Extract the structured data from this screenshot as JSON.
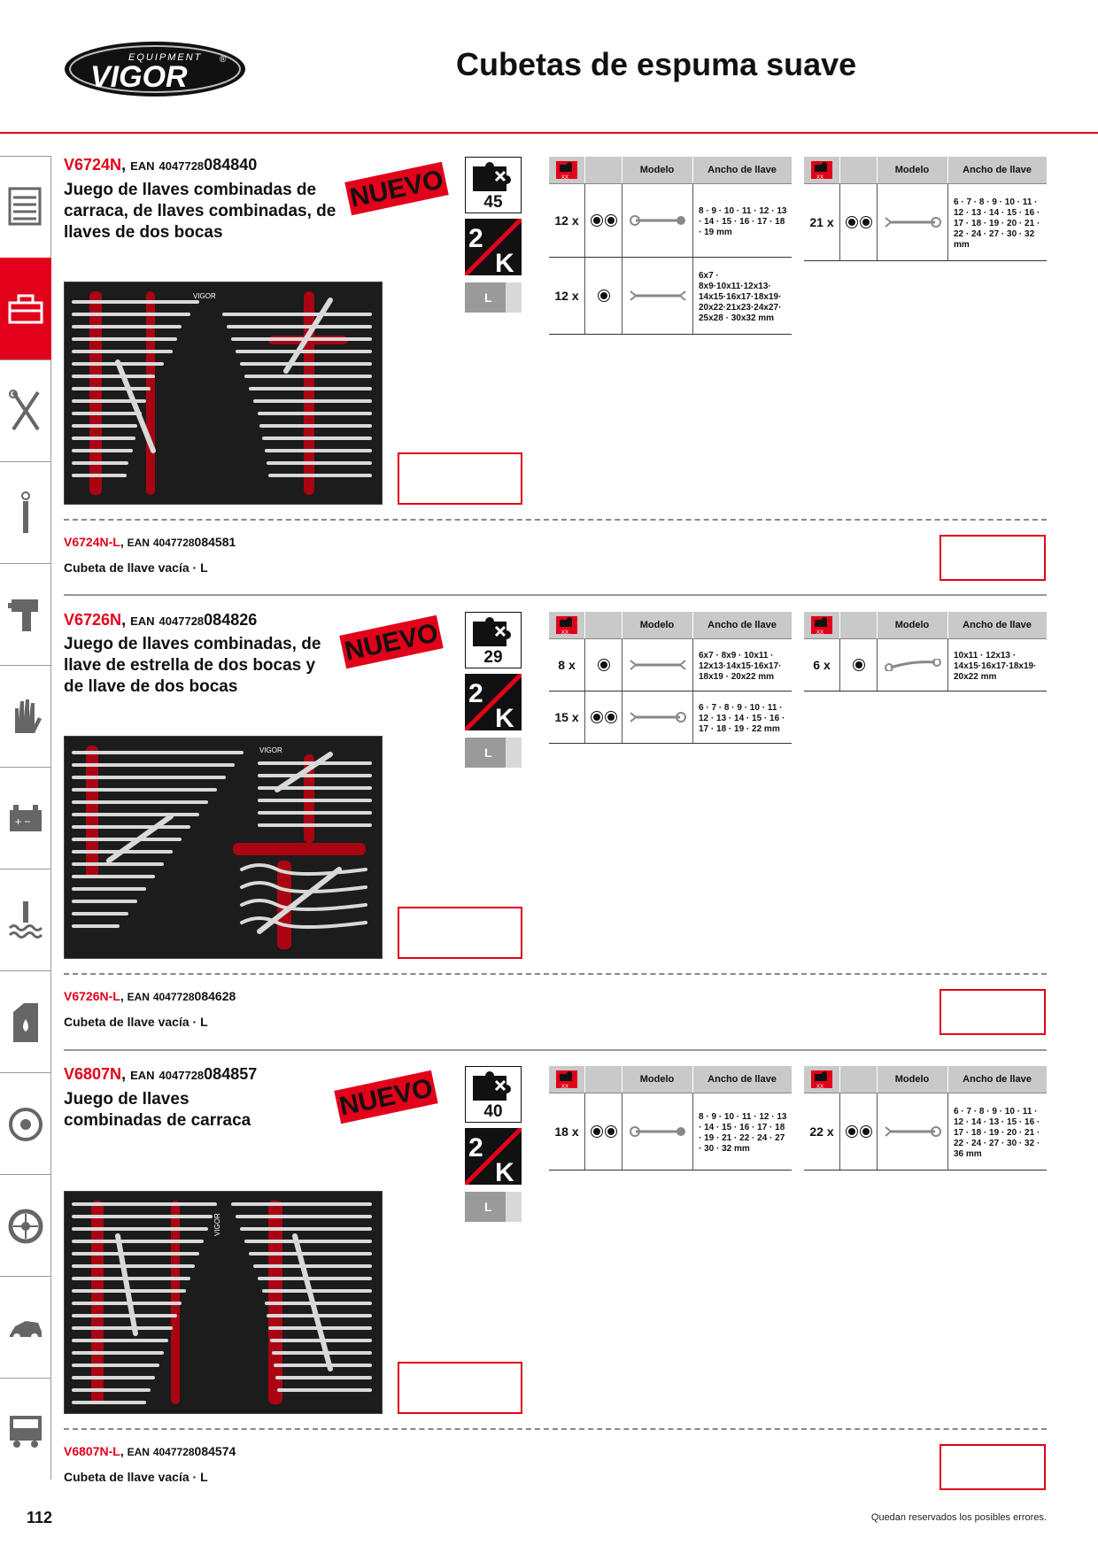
{
  "brand": {
    "equipment": "EQUIPMENT",
    "name": "VIGOR",
    "registered": "®"
  },
  "page_title": "Cubetas de espuma suave",
  "sidebar": {
    "active_index": 1,
    "icons": [
      "tool-cabinet-icon",
      "toolbox-icon",
      "wrench-screwdriver-icon",
      "torque-wrench-icon",
      "impact-wrench-icon",
      "gloves-icon",
      "battery-icon",
      "coolant-icon",
      "oil-can-icon",
      "brake-disc-icon",
      "wheel-icon",
      "car-body-icon",
      "truck-icon"
    ]
  },
  "table_headers": {
    "modelo": "Modelo",
    "ancho": "Ancho de llave",
    "icon_label": "XX"
  },
  "products": [
    {
      "code": "V6724N",
      "ean_label": "EAN",
      "ean_prefix": "4047728",
      "ean_suffix": "084840",
      "title": "Juego de llaves combinadas de carraca, de llaves combinadas, de llaves de dos bocas",
      "nuevo": "NUEVO",
      "pieces": "45",
      "material": "2K",
      "size_badge": "L",
      "spec_left": [
        {
          "qty": "12 x",
          "type": "double",
          "tool": "ratchet-combination-wrench-icon",
          "sizes": "8 · 9 · 10 · 11 · 12 · 13 · 14 · 15 · 16 · 17 · 18 · 19 mm"
        },
        {
          "qty": "12 x",
          "type": "single",
          "tool": "open-end-wrench-icon",
          "sizes": "6x7 · 8x9·10x11·12x13· 14x15·16x17·18x19· 20x22·21x23·24x27· 25x28 · 30x32 mm"
        }
      ],
      "spec_right": [
        {
          "qty": "21 x",
          "type": "double",
          "tool": "combination-wrench-icon",
          "sizes": "6 · 7 · 8 · 9 · 10 · 11 · 12 · 13 · 14 · 15 · 16 · 17 · 18 · 19 · 20 · 21 · 22 · 24 · 27 · 30 · 32 mm"
        }
      ],
      "empty": {
        "code": "V6724N-L",
        "ean_label": "EAN",
        "ean_prefix": "4047728",
        "ean_suffix": "084581",
        "desc": "Cubeta de llave vacía · L"
      }
    },
    {
      "code": "V6726N",
      "ean_label": "EAN",
      "ean_prefix": "4047728",
      "ean_suffix": "084826",
      "title": "Juego de llaves combinadas, de llave de estrella de dos bocas y de llave de dos bocas",
      "nuevo": "NUEVO",
      "pieces": "29",
      "material": "2K",
      "size_badge": "L",
      "spec_left": [
        {
          "qty": "8 x",
          "type": "single",
          "tool": "open-end-wrench-icon",
          "sizes": "6x7 · 8x9 · 10x11 · 12x13·14x15·16x17· 18x19 · 20x22 mm"
        },
        {
          "qty": "15 x",
          "type": "double",
          "tool": "combination-wrench-icon",
          "sizes": "6 · 7 · 8 · 9 · 10 · 11 · 12 · 13 · 14 · 15 · 16 · 17 · 18 · 19 · 22 mm"
        }
      ],
      "spec_right": [
        {
          "qty": "6 x",
          "type": "single",
          "tool": "double-ring-wrench-icon",
          "sizes": "10x11 · 12x13 · 14x15·16x17·18x19· 20x22 mm"
        }
      ],
      "empty": {
        "code": "V6726N-L",
        "ean_label": "EAN",
        "ean_prefix": "4047728",
        "ean_suffix": "084628",
        "desc": "Cubeta de llave vacía · L"
      }
    },
    {
      "code": "V6807N",
      "ean_label": "EAN",
      "ean_prefix": "4047728",
      "ean_suffix": "084857",
      "title": "Juego de llaves combinadas de carraca",
      "nuevo": "NUEVO",
      "pieces": "40",
      "material": "2K",
      "size_badge": "L",
      "spec_left": [
        {
          "qty": "18 x",
          "type": "double",
          "tool": "ratchet-combination-wrench-icon",
          "sizes": "8 · 9 · 10 · 11 · 12 · 13 · 14 · 15 · 16 · 17 · 18 · 19 · 21 · 22 · 24 · 27 · 30 · 32 mm"
        }
      ],
      "spec_right": [
        {
          "qty": "22 x",
          "type": "double",
          "tool": "combination-wrench-icon",
          "sizes": "6 · 7 · 8 · 9 · 10 · 11 · 12 · 14 · 13 · 15 · 16 · 17 · 18 · 19 · 20 · 21 · 22 · 24 · 27 · 30 · 32 · 36 mm"
        }
      ],
      "empty": {
        "code": "V6807N-L",
        "ean_label": "EAN",
        "ean_prefix": "4047728",
        "ean_suffix": "084574",
        "desc": "Cubeta de llave vacía · L"
      }
    }
  ],
  "footer": {
    "page_number": "112",
    "disclaimer": "Quedan reservados los posibles errores."
  },
  "colors": {
    "accent": "#e2001a",
    "foam": "#1c1c1c",
    "table_header": "#c9c9c9"
  }
}
